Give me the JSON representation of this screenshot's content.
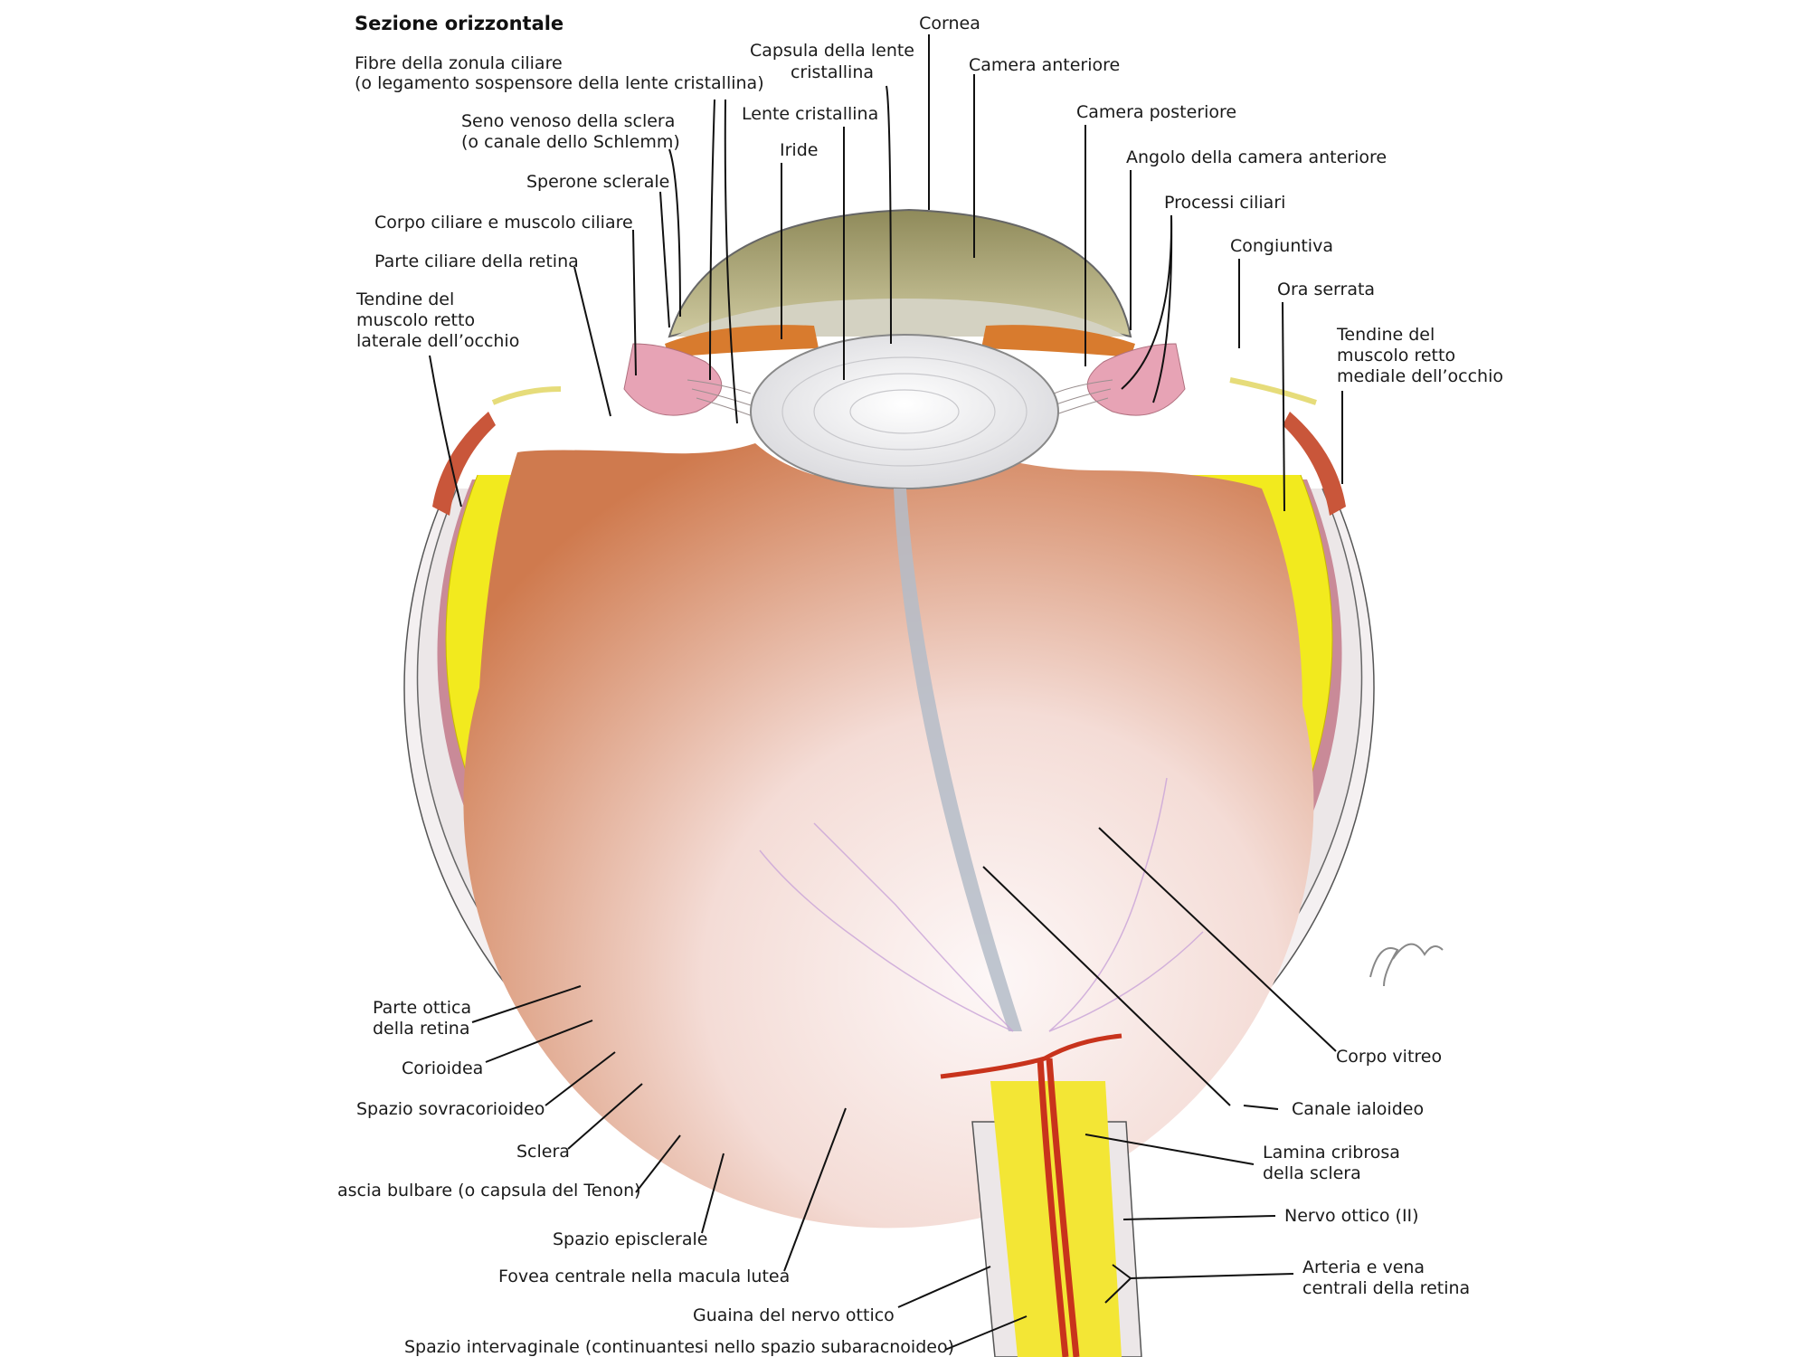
{
  "title": "Sezione orizzontale",
  "labels": {
    "cornea": "Cornea",
    "capsula_1": "Capsula della lente",
    "capsula_2": "cristallina",
    "camera_anteriore": "Camera anteriore",
    "fibre_1": "Fibre della zonula ciliare",
    "fibre_2": "(o legamento sospensore della lente cristallina)",
    "lente": "Lente cristallina",
    "camera_posteriore": "Camera posteriore",
    "seno_1": "Seno venoso della sclera",
    "seno_2": "(o canale dello Schlemm)",
    "iride": "Iride",
    "angolo": "Angolo della camera anteriore",
    "sperone": "Sperone sclerale",
    "processi": "Processi ciliari",
    "corpo_ciliare": "Corpo ciliare e muscolo ciliare",
    "congiuntiva": "Congiuntiva",
    "parte_ciliare": "Parte ciliare della retina",
    "ora_serrata": "Ora serrata",
    "tendine_lat_1": "Tendine del",
    "tendine_lat_2": "muscolo retto",
    "tendine_lat_3": "laterale dell’occhio",
    "tendine_med_1": "Tendine del",
    "tendine_med_2": "muscolo retto",
    "tendine_med_3": "mediale dell’occhio",
    "parte_ottica_1": "Parte ottica",
    "parte_ottica_2": "della retina",
    "corpo_vitreo": "Corpo vitreo",
    "corioidea": "Corioidea",
    "canale_ialoideo": "Canale ialoideo",
    "spazio_sovra": "Spazio sovracorioideo",
    "lamina_1": "Lamina cribrosa",
    "lamina_2": "della sclera",
    "sclera": "Sclera",
    "fascia": "ascia bulbare (o capsula del Tenon)",
    "nervo_ottico": "Nervo ottico (II)",
    "spazio_episclerale": "Spazio episclerale",
    "arteria_1": "Arteria e vena",
    "arteria_2": "centrali della retina",
    "fovea": "Fovea centrale nella macula lutea",
    "guaina": "Guaina del nervo ottico",
    "spazio_intervaginale": "Spazio intervaginale (continuantesi nello spazio subaracnoideo)"
  },
  "colors": {
    "sclera": "#ece7e8",
    "choroid": "#c98a98",
    "retina": "#f2ea1e",
    "vitreous_warm": "#d98a5e",
    "vitreous_light": "#fbf2f2",
    "lens": "#eeeef0",
    "iris": "#d87b2e",
    "cornea": "#a9a370",
    "nerve": "#f3e635",
    "vessel": "#c8331c"
  }
}
